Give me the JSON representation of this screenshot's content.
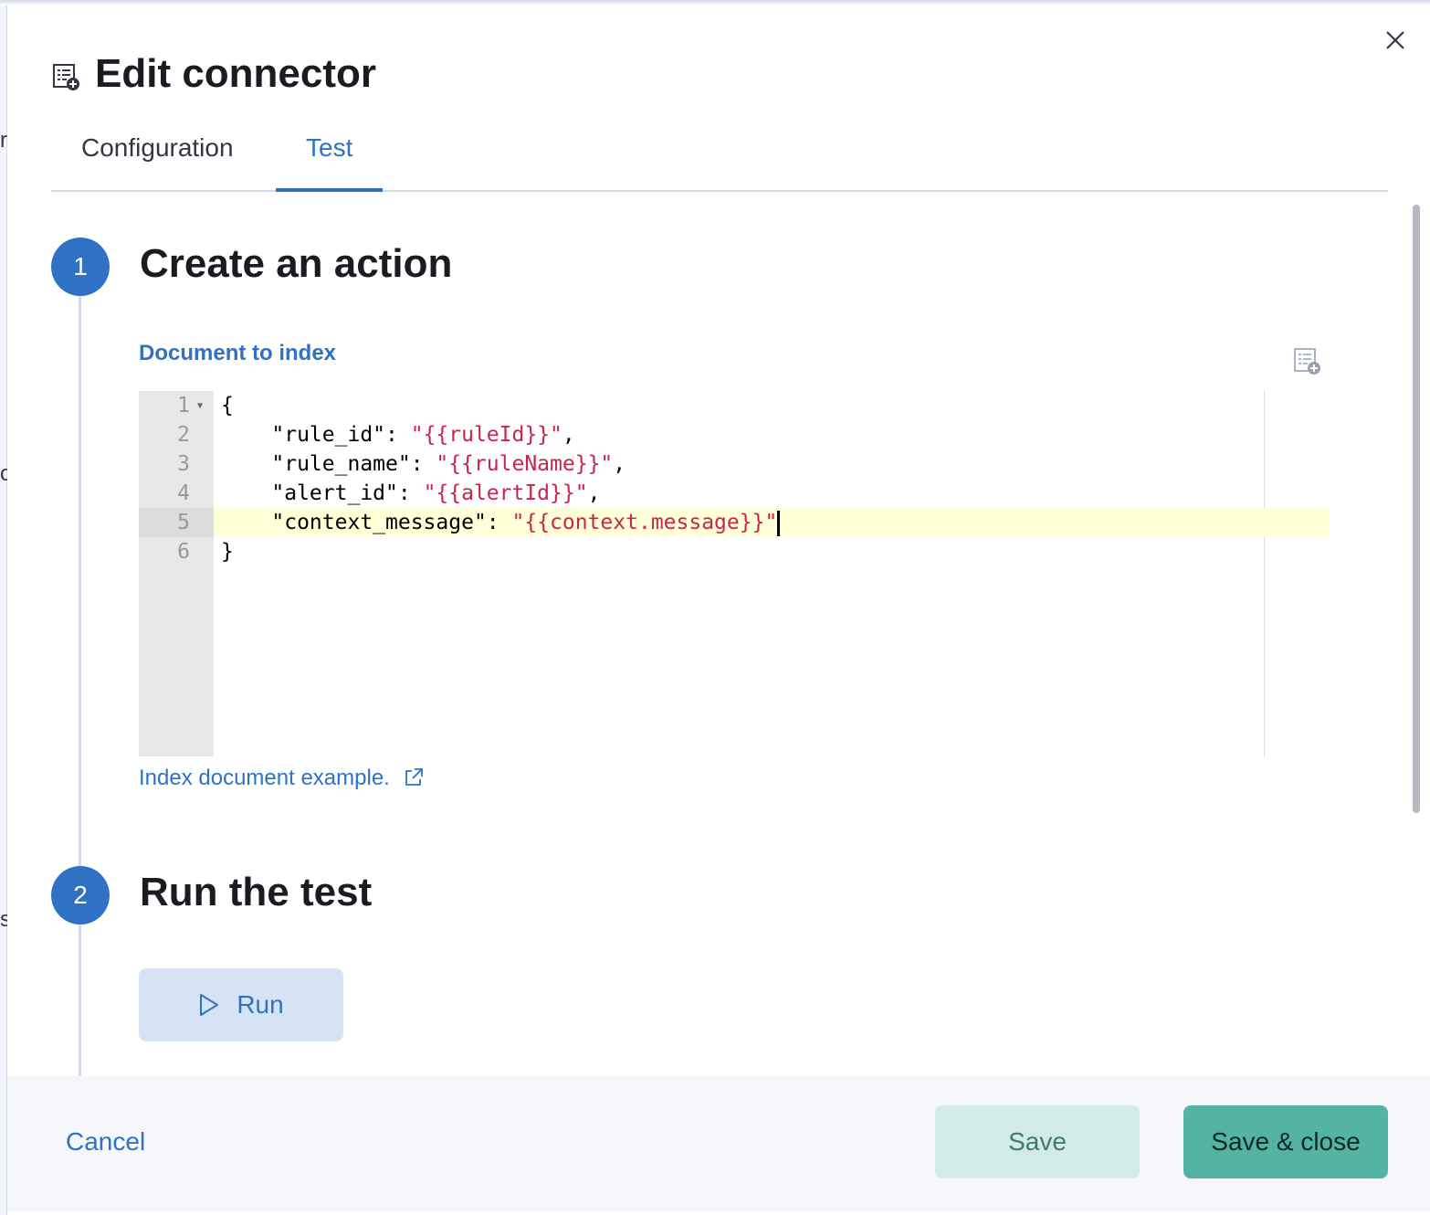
{
  "background": {
    "chars": [
      "r",
      "c",
      "s"
    ]
  },
  "flyout": {
    "title": "Edit connector",
    "title_icon": "index-connector-icon",
    "close_icon": "close-icon",
    "tabs": [
      {
        "label": "Configuration",
        "active": false
      },
      {
        "label": "Test",
        "active": true
      }
    ]
  },
  "steps": [
    {
      "number": "1",
      "title": "Create an action"
    },
    {
      "number": "2",
      "title": "Run the test"
    }
  ],
  "document_field": {
    "label": "Document to index",
    "lines": [
      {
        "n": "1",
        "key": "{",
        "value": "",
        "tail": ""
      },
      {
        "n": "2",
        "key": "    \"rule_id\": ",
        "value": "\"{{ruleId}}\"",
        "tail": ","
      },
      {
        "n": "3",
        "key": "    \"rule_name\": ",
        "value": "\"{{ruleName}}\"",
        "tail": ","
      },
      {
        "n": "4",
        "key": "    \"alert_id\": ",
        "value": "\"{{alertId}}\"",
        "tail": ","
      },
      {
        "n": "5",
        "key": "    \"context_message\": ",
        "value": "\"{{context.message}}\"",
        "tail": ""
      },
      {
        "n": "6",
        "key": "}",
        "value": "",
        "tail": ""
      }
    ],
    "active_line": 5,
    "help_link": "Index document example."
  },
  "run_button": {
    "label": "Run"
  },
  "footer": {
    "cancel": "Cancel",
    "save": "Save",
    "save_close": "Save & close"
  },
  "colors": {
    "accent": "#2f72c5",
    "success": "#54b3a2",
    "string": "#c7254e"
  }
}
